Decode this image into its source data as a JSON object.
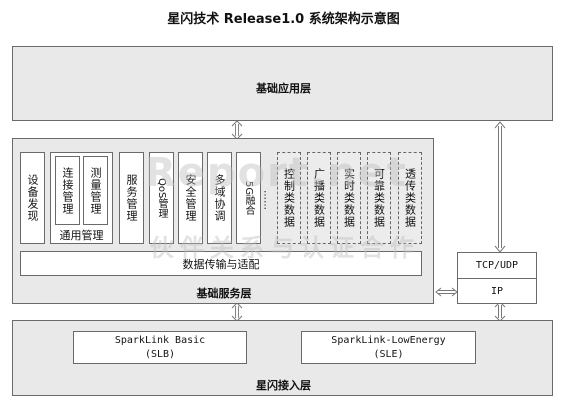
{
  "title": "星闪技术 Release1.0 系统架构示意图",
  "app_layer": {
    "label": "基础应用层"
  },
  "service_layer": {
    "label": "基础服务层",
    "device_discovery": "设备发现",
    "general_management": {
      "label": "通用管理",
      "connection_management": "连接管理",
      "measurement_management": "测量管理"
    },
    "service_management": "服务管理",
    "qos_management": "QoS管理",
    "security_management": "安全管理",
    "multi_domain": "多域协调",
    "g5_fusion": "5G融合",
    "ellipsis": "……",
    "data_types": [
      "控制类数据",
      "广播类数据",
      "实时类数据",
      "可靠类数据",
      "透传类数据"
    ],
    "transport": "数据传输与适配"
  },
  "tcpip": {
    "upper": "TCP/UDP",
    "lower": "IP"
  },
  "access_layer": {
    "label": "星闪接入层",
    "basic": {
      "name": "SparkLink Basic",
      "abbr": "(SLB)"
    },
    "low_energy": {
      "name": "SparkLink-LowEnergy",
      "abbr": "(SLE)"
    }
  },
  "watermark": {
    "line1": "Report.net",
    "line2": "伙伴关系与认证合作"
  }
}
